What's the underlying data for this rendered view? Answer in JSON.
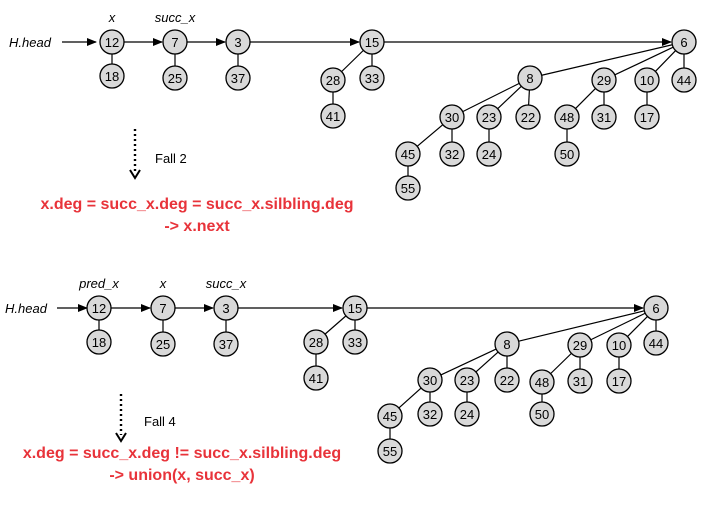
{
  "panels": [
    {
      "head_label": "H.head",
      "root_labels": [
        {
          "text": "x",
          "root": 0
        },
        {
          "text": "succ_x",
          "root": 1
        }
      ],
      "roots": [
        "12",
        "7",
        "3",
        "15",
        "6"
      ],
      "nodes": {
        "n12": "12",
        "n18": "18",
        "n7": "7",
        "n25": "25",
        "n3": "3",
        "n37": "37",
        "n15": "15",
        "n28": "28",
        "n33": "33",
        "n41": "41",
        "n6": "6",
        "n8": "8",
        "n29": "29",
        "n10": "10",
        "n44": "44",
        "n30": "30",
        "n23": "23",
        "n22": "22",
        "n48": "48",
        "n31": "31",
        "n17": "17",
        "n45": "45",
        "n32": "32",
        "n24": "24",
        "n50": "50",
        "n55": "55"
      },
      "case_label": "Fall 2",
      "rule_lines": [
        "x.deg = succ_x.deg = succ_x.silbling.deg",
        "-> x.next"
      ]
    },
    {
      "head_label": "H.head",
      "root_labels": [
        {
          "text": "pred_x",
          "root": 0
        },
        {
          "text": "x",
          "root": 1
        },
        {
          "text": "succ_x",
          "root": 2
        }
      ],
      "roots": [
        "12",
        "7",
        "3",
        "15",
        "6"
      ],
      "nodes": {
        "n12": "12",
        "n18": "18",
        "n7": "7",
        "n25": "25",
        "n3": "3",
        "n37": "37",
        "n15": "15",
        "n28": "28",
        "n33": "33",
        "n41": "41",
        "n6": "6",
        "n8": "8",
        "n29": "29",
        "n10": "10",
        "n44": "44",
        "n30": "30",
        "n23": "23",
        "n22": "22",
        "n48": "48",
        "n31": "31",
        "n17": "17",
        "n45": "45",
        "n32": "32",
        "n24": "24",
        "n50": "50",
        "n55": "55"
      },
      "case_label": "Fall 4",
      "rule_lines": [
        "x.deg = succ_x.deg != succ_x.silbling.deg",
        "-> union(x, succ_x)"
      ]
    }
  ]
}
